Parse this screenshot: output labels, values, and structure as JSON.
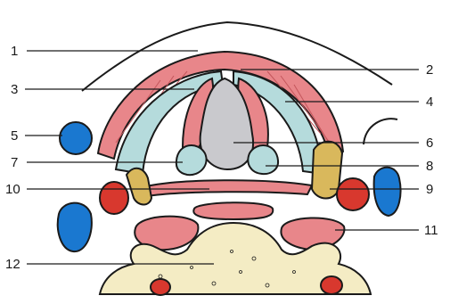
{
  "diagram": {
    "labels": [
      "1",
      "2",
      "3",
      "4",
      "5",
      "6",
      "7",
      "8",
      "9",
      "10",
      "11",
      "12"
    ],
    "colors": {
      "muscle": "#e8868a",
      "muscle_dark": "#d86a70",
      "cartilage": "#b5dbdc",
      "lumen": "#c9c9cd",
      "vein": "#1a78d0",
      "artery": "#d8382e",
      "nerve": "#d9b85c",
      "bone": "#f4ecc4",
      "line": "#1a1a1a"
    }
  }
}
